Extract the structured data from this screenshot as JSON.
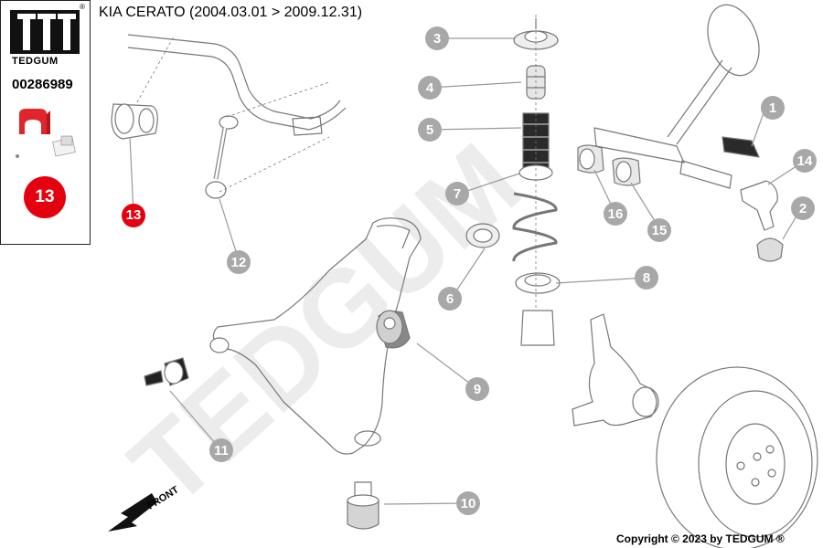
{
  "brand": {
    "name": "TEDGUM",
    "registered": "®",
    "part_number": "00286989",
    "position_badge": "13"
  },
  "header": {
    "title": "KIA CERATO (2004.03.01 > 2009.12.31)"
  },
  "watermark": "TEDGUM",
  "front_label": "FRONT",
  "copyright": "Copyright © 2023 by TEDGUM ®",
  "colors": {
    "highlight": "#e4000f",
    "callout": "#a8a8a8",
    "line": "#555555",
    "watermark": "#ececec"
  },
  "callouts": [
    {
      "number": "1",
      "part": "dust-boot"
    },
    {
      "number": "2",
      "part": "ball-joint-boot"
    },
    {
      "number": "3",
      "part": "top-strut-mount"
    },
    {
      "number": "4",
      "part": "bump-stop"
    },
    {
      "number": "5",
      "part": "protective-bellows"
    },
    {
      "number": "6",
      "part": "bearing"
    },
    {
      "number": "7",
      "part": "spring-seat-upper"
    },
    {
      "number": "8",
      "part": "spring-seat-lower"
    },
    {
      "number": "9",
      "part": "control-arm-bushing"
    },
    {
      "number": "10",
      "part": "control-arm-rear-bushing"
    },
    {
      "number": "11",
      "part": "subframe-bushing"
    },
    {
      "number": "12",
      "part": "stabilizer-link"
    },
    {
      "number": "13",
      "part": "stabilizer-bushing",
      "highlighted": true
    },
    {
      "number": "14",
      "part": "tie-rod-end"
    },
    {
      "number": "15",
      "part": "steering-rack-bushing"
    },
    {
      "number": "16",
      "part": "steering-rack-bushing"
    }
  ]
}
